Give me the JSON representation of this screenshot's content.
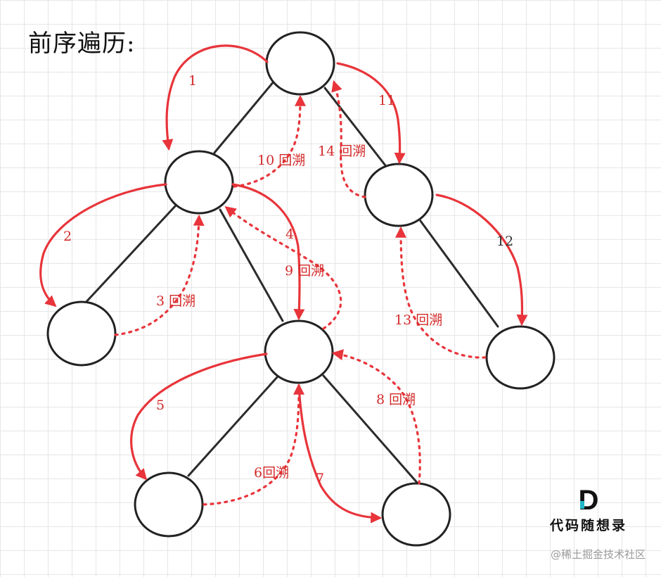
{
  "title": "前序遍历:",
  "logo": {
    "mark": "D",
    "text": "代码随想录"
  },
  "watermark": "@稀土掘金技术社区",
  "colors": {
    "edge": "#2b2b2b",
    "traversal": "#e8343a",
    "label": "#d32a2a",
    "grid": "#e6e6e6"
  },
  "steps": [
    {
      "id": "s1",
      "label": "1",
      "type": "visit",
      "from": "root",
      "to": "L"
    },
    {
      "id": "s2",
      "label": "2",
      "type": "visit",
      "from": "L",
      "to": "LL"
    },
    {
      "id": "s3",
      "label": "3 回溯",
      "type": "backtrack",
      "from": "LL",
      "to": "L"
    },
    {
      "id": "s4",
      "label": "4",
      "type": "visit",
      "from": "L",
      "to": "LR"
    },
    {
      "id": "s5",
      "label": "5",
      "type": "visit",
      "from": "LR",
      "to": "LRL"
    },
    {
      "id": "s6",
      "label": "6回溯",
      "type": "backtrack",
      "from": "LRL",
      "to": "LR"
    },
    {
      "id": "s7",
      "label": "7",
      "type": "visit",
      "from": "LR",
      "to": "LRR"
    },
    {
      "id": "s8",
      "label": "8 回溯",
      "type": "backtrack",
      "from": "LRR",
      "to": "LR"
    },
    {
      "id": "s9",
      "label": "9 回溯",
      "type": "backtrack",
      "from": "LR",
      "to": "L"
    },
    {
      "id": "s10",
      "label": "10 回溯",
      "type": "backtrack",
      "from": "L",
      "to": "root"
    },
    {
      "id": "s11",
      "label": "11",
      "type": "visit",
      "from": "root",
      "to": "R"
    },
    {
      "id": "s12",
      "label": "12",
      "type": "visit",
      "from": "R",
      "to": "RR"
    },
    {
      "id": "s13",
      "label": "13 回溯",
      "type": "backtrack",
      "from": "RR",
      "to": "R"
    },
    {
      "id": "s14",
      "label": "14 回溯",
      "type": "backtrack",
      "from": "R",
      "to": "root"
    }
  ]
}
